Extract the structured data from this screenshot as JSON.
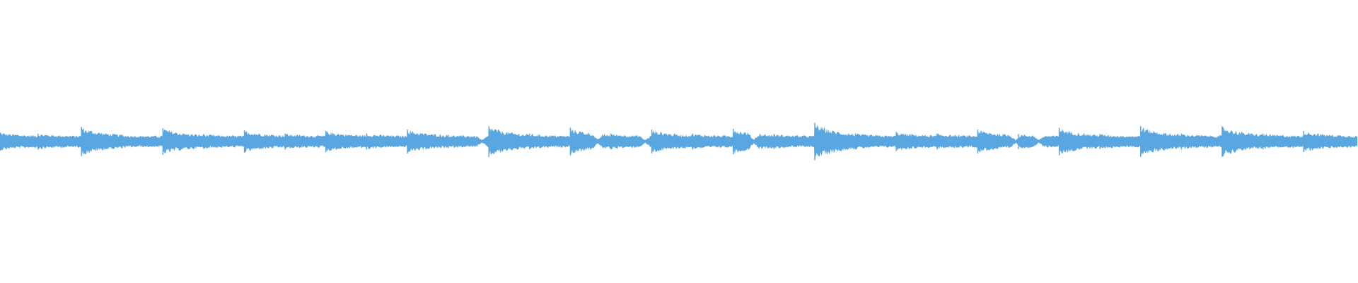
{
  "waveform": {
    "color": "#5aa6e0",
    "background": "#ffffff",
    "description_hidden": "",
    "beat_onsets": [
      0.0,
      0.03,
      0.06,
      0.12,
      0.18,
      0.24,
      0.3,
      0.36,
      0.42,
      0.48,
      0.54,
      0.6,
      0.66,
      0.72,
      0.78,
      0.84,
      0.9,
      0.96
    ],
    "note_onsets": [
      {
        "t": 0.0,
        "amp": 0.35
      },
      {
        "t": 0.028,
        "amp": 0.3
      },
      {
        "t": 0.06,
        "amp": 0.55
      },
      {
        "t": 0.09,
        "amp": 0.25
      },
      {
        "t": 0.12,
        "amp": 0.5
      },
      {
        "t": 0.15,
        "amp": 0.28
      },
      {
        "t": 0.18,
        "amp": 0.42
      },
      {
        "t": 0.21,
        "amp": 0.3
      },
      {
        "t": 0.24,
        "amp": 0.4
      },
      {
        "t": 0.27,
        "amp": 0.3
      },
      {
        "t": 0.3,
        "amp": 0.45
      },
      {
        "t": 0.33,
        "amp": 0.25
      },
      {
        "t": 0.36,
        "amp": 0.58
      },
      {
        "t": 0.39,
        "amp": 0.3
      },
      {
        "t": 0.42,
        "amp": 0.52
      },
      {
        "t": 0.45,
        "amp": 0.3
      },
      {
        "t": 0.48,
        "amp": 0.45
      },
      {
        "t": 0.51,
        "amp": 0.3
      },
      {
        "t": 0.54,
        "amp": 0.48
      },
      {
        "t": 0.57,
        "amp": 0.28
      },
      {
        "t": 0.6,
        "amp": 0.7
      },
      {
        "t": 0.63,
        "amp": 0.3
      },
      {
        "t": 0.66,
        "amp": 0.36
      },
      {
        "t": 0.69,
        "amp": 0.3
      },
      {
        "t": 0.72,
        "amp": 0.45
      },
      {
        "t": 0.75,
        "amp": 0.28
      },
      {
        "t": 0.78,
        "amp": 0.52
      },
      {
        "t": 0.81,
        "amp": 0.28
      },
      {
        "t": 0.84,
        "amp": 0.58
      },
      {
        "t": 0.87,
        "amp": 0.3
      },
      {
        "t": 0.9,
        "amp": 0.58
      },
      {
        "t": 0.93,
        "amp": 0.3
      },
      {
        "t": 0.96,
        "amp": 0.4
      }
    ],
    "pinches": [
      0.44,
      0.355,
      0.475,
      0.765,
      0.555,
      0.748
    ],
    "amplitude_scale": "relative",
    "sustain_level": 0.22
  }
}
